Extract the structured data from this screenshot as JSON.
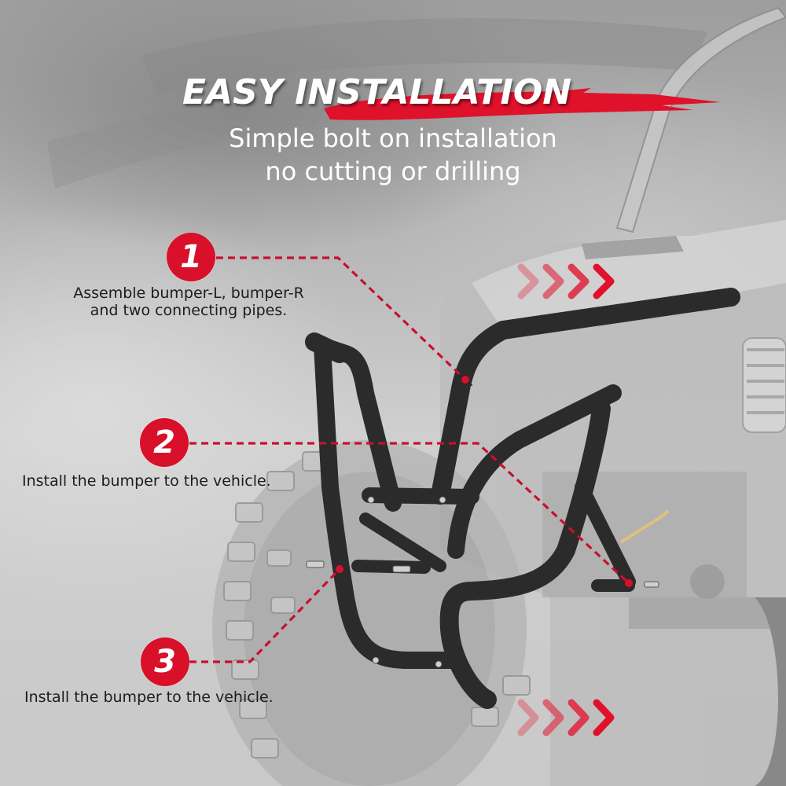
{
  "header": {
    "title": "EASY INSTALLATION",
    "subtitle_line1": "Simple bolt on installation",
    "subtitle_line2": "no cutting or drilling"
  },
  "steps": [
    {
      "number": "1",
      "text_line1": "Assemble bumper-L, bumper-R",
      "text_line2": "and two connecting pipes."
    },
    {
      "number": "2",
      "text_line1": "Install the bumper to the vehicle."
    },
    {
      "number": "3",
      "text_line1": "Install the bumper to the vehicle."
    }
  ],
  "decorations": {
    "chevron_arrows_top": "chevron-right x4",
    "chevron_arrows_bottom": "chevron-right x4"
  },
  "colors": {
    "accent_red": "#d8102a",
    "text_dark": "#1c1c1c",
    "text_light": "#ffffff",
    "bumper_black": "#2a2a2a"
  }
}
